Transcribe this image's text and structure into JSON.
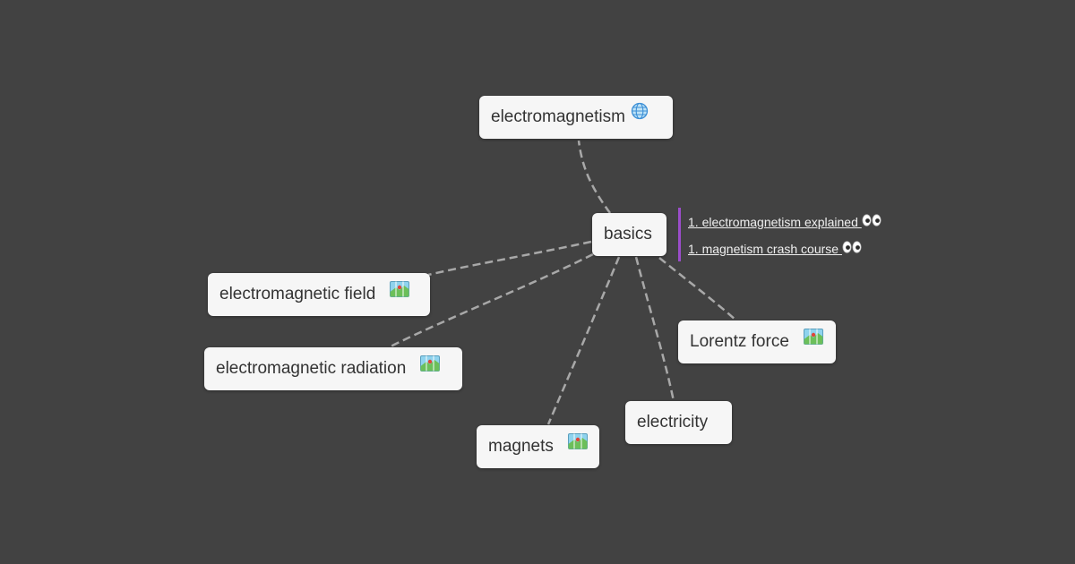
{
  "center": {
    "label": "basics"
  },
  "nodes": {
    "electromagnetism": {
      "label": "electromagnetism",
      "icon": "globe-icon"
    },
    "field": {
      "label": "electromagnetic field",
      "icon": "map-icon"
    },
    "radiation": {
      "label": "electromagnetic radiation",
      "icon": "map-icon"
    },
    "magnets": {
      "label": "magnets",
      "icon": "map-icon"
    },
    "electricity": {
      "label": "electricity"
    },
    "lorentz": {
      "label": "Lorentz force",
      "icon": "map-icon"
    }
  },
  "notes": [
    {
      "label": "1. electromagnetism explained ",
      "icon": "eyes-icon"
    },
    {
      "label": "1. magnetism crash course ",
      "icon": "eyes-icon"
    }
  ],
  "colors": {
    "background": "#424242",
    "node_fill": "#f6f6f6",
    "node_text": "#333333",
    "connector": "#a8a8a8",
    "note_bar": "#9b4dca"
  }
}
